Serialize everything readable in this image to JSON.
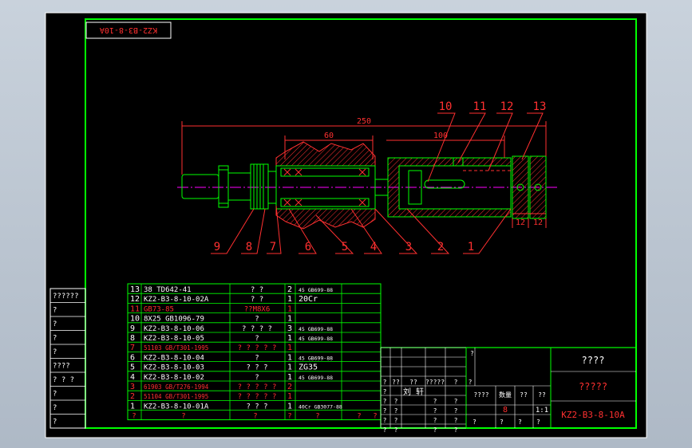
{
  "drawing": {
    "title_stamp": "KZ2-B3-8-10A",
    "dimensions": {
      "overall": "250",
      "d60": "60",
      "d100": "100",
      "d12a": "12",
      "d12b": "12"
    },
    "callouts_top": [
      "10",
      "11",
      "12",
      "13"
    ],
    "callouts_bottom": [
      "9",
      "8",
      "7",
      "6",
      "5",
      "4",
      "3",
      "2",
      "1"
    ]
  },
  "left_strip": [
    "??????",
    "?",
    "?",
    "?",
    "?",
    "????",
    "?  ?  ?",
    "?",
    "?",
    "?"
  ],
  "bom": [
    {
      "no": "13",
      "code": "38 TD642-41",
      "name": "? ?",
      "qty": "2",
      "mat": "45 GB699-88",
      "red": false
    },
    {
      "no": "12",
      "code": "KZ2-B3-8-10-02A",
      "name": "? ?",
      "qty": "1",
      "mat": "20Cr",
      "red": false
    },
    {
      "no": "11",
      "code": "GB73-85",
      "name": "??M8X6",
      "qty": "1",
      "mat": "",
      "red": true
    },
    {
      "no": "10",
      "code": "8X25 GB1096-79",
      "name": "?",
      "qty": "1",
      "mat": "",
      "red": false
    },
    {
      "no": "9",
      "code": "KZ2-B3-8-10-06",
      "name": "? ? ? ?",
      "qty": "3",
      "mat": "45 GB699-88",
      "red": false
    },
    {
      "no": "8",
      "code": "KZ2-B3-8-10-05",
      "name": "?",
      "qty": "1",
      "mat": "45 GB699-88",
      "red": false
    },
    {
      "no": "7",
      "code": "51103 GB/T301-1995",
      "name": "? ? ? ? ?",
      "qty": "1",
      "mat": "",
      "red": true
    },
    {
      "no": "6",
      "code": "KZ2-B3-8-10-04",
      "name": "?",
      "qty": "1",
      "mat": "45 GB699-88",
      "red": false
    },
    {
      "no": "5",
      "code": "KZ2-B3-8-10-03",
      "name": "? ? ?",
      "qty": "1",
      "mat": "ZG35",
      "red": false
    },
    {
      "no": "4",
      "code": "KZ2-B3-8-10-02",
      "name": "?",
      "qty": "1",
      "mat": "45 GB699-88",
      "red": false
    },
    {
      "no": "3",
      "code": "61903 GB/T276-1994",
      "name": "? ? ? ? ?",
      "qty": "2",
      "mat": "",
      "red": true
    },
    {
      "no": "2",
      "code": "51104 GB/T301-1995",
      "name": "? ? ? ? ?",
      "qty": "1",
      "mat": "",
      "red": true
    },
    {
      "no": "1",
      "code": "KZ2-B3-8-10-01A",
      "name": "? ? ?",
      "qty": "1",
      "mat": "40Cr GB3077-88",
      "red": false
    }
  ],
  "bom_footer": [
    "?",
    "?",
    "?",
    "?",
    "?",
    "?",
    "?"
  ],
  "title_block": {
    "name_top": "????",
    "name_red": "?????",
    "drawing_no": "KZ2-B3-8-10A",
    "scale_label": "????",
    "qty_label": "数量",
    "mass_label": "??",
    "scale_q": "??",
    "qty_value": "8",
    "scale_value": "1:1",
    "designer": "刘 轩",
    "designer_prefix": "?",
    "col_marks": [
      "?",
      "??",
      "??",
      "?????",
      "?",
      "?"
    ],
    "row_q": "?"
  },
  "colors": {
    "frame": "#00ff00",
    "paper": "#000000",
    "red": "#ff2020",
    "hatch": "#ff3030",
    "dim": "#ff3030",
    "center": "#ff00ff",
    "part": "#00ff00",
    "text": "#ffffff"
  }
}
